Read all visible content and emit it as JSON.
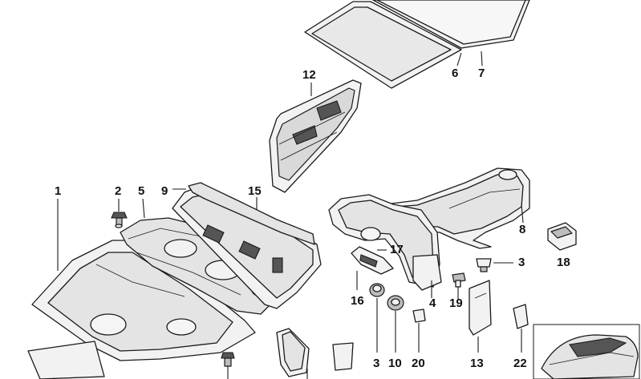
{
  "diagram": {
    "callouts": [
      {
        "id": "c1",
        "text": "1"
      },
      {
        "id": "c2",
        "text": "2"
      },
      {
        "id": "c5",
        "text": "5"
      },
      {
        "id": "c9",
        "text": "9"
      },
      {
        "id": "c15",
        "text": "15"
      },
      {
        "id": "c12",
        "text": "12"
      },
      {
        "id": "c6",
        "text": "6"
      },
      {
        "id": "c7",
        "text": "7"
      },
      {
        "id": "c8",
        "text": "8"
      },
      {
        "id": "c3a",
        "text": "3"
      },
      {
        "id": "c18",
        "text": "18"
      },
      {
        "id": "c17",
        "text": "17"
      },
      {
        "id": "c16",
        "text": "16"
      },
      {
        "id": "c4",
        "text": "4"
      },
      {
        "id": "c19",
        "text": "19"
      },
      {
        "id": "c3b",
        "text": "3"
      },
      {
        "id": "c10",
        "text": "10"
      },
      {
        "id": "c20",
        "text": "20"
      },
      {
        "id": "c13",
        "text": "13"
      },
      {
        "id": "c22",
        "text": "22"
      }
    ]
  }
}
